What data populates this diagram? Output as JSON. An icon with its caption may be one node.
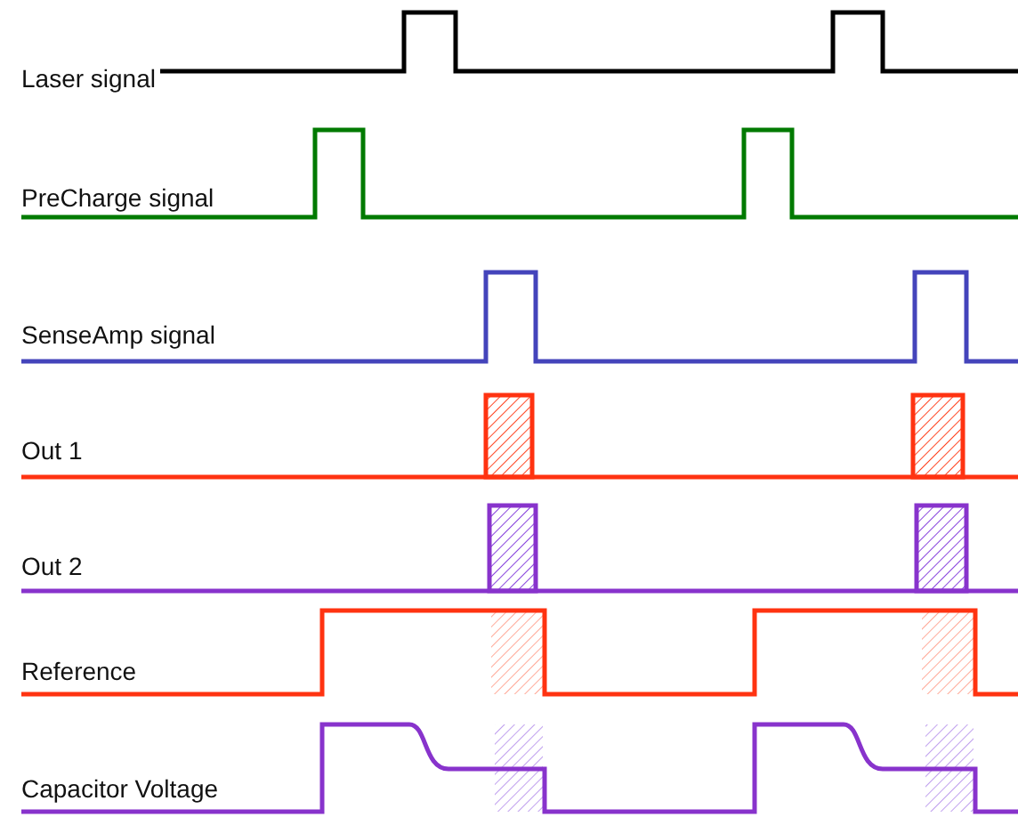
{
  "diagram": {
    "labels": [
      "Laser signal",
      "PreCharge signal",
      "SenseAmp signal",
      "Out 1",
      "Out 2",
      "Reference",
      "Capacitor Voltage"
    ]
  }
}
